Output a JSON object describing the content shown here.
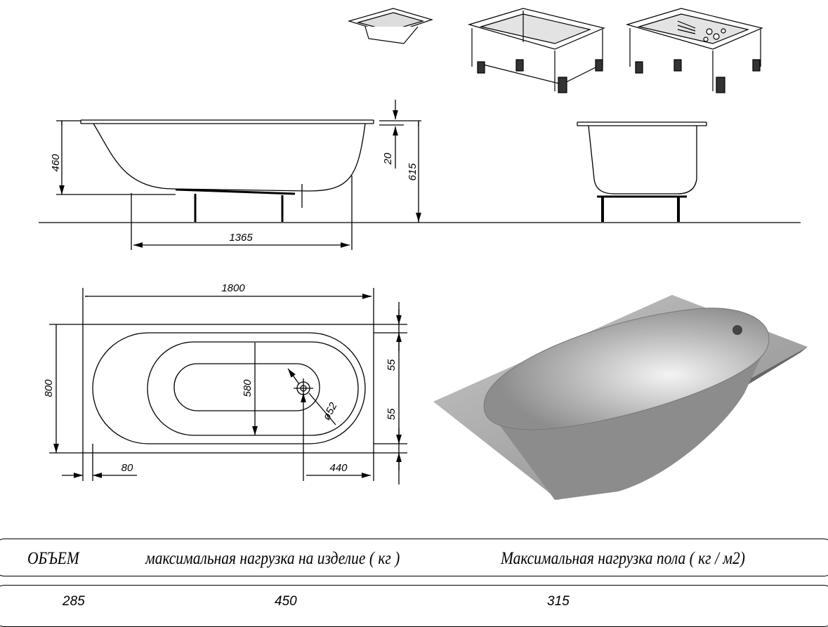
{
  "side_view": {
    "depth": "460",
    "rim": "20",
    "height": "615",
    "length_inner": "1365"
  },
  "top_view": {
    "length": "1800",
    "width": "800",
    "inner_width": "580",
    "margin_top": "55",
    "margin_bottom": "55",
    "offset_left": "80",
    "drain_offset": "440",
    "drain_diameter": "ø52"
  },
  "table": {
    "headers": [
      "ОБЪЕМ",
      "максимальная нагрузка на изделие ( кг )",
      "Максимальная нагрузка пола ( кг / м2)"
    ],
    "values": [
      "285",
      "450",
      "315"
    ]
  },
  "colors": {
    "line": "#000000",
    "render_gray": "#a8a8a8"
  }
}
